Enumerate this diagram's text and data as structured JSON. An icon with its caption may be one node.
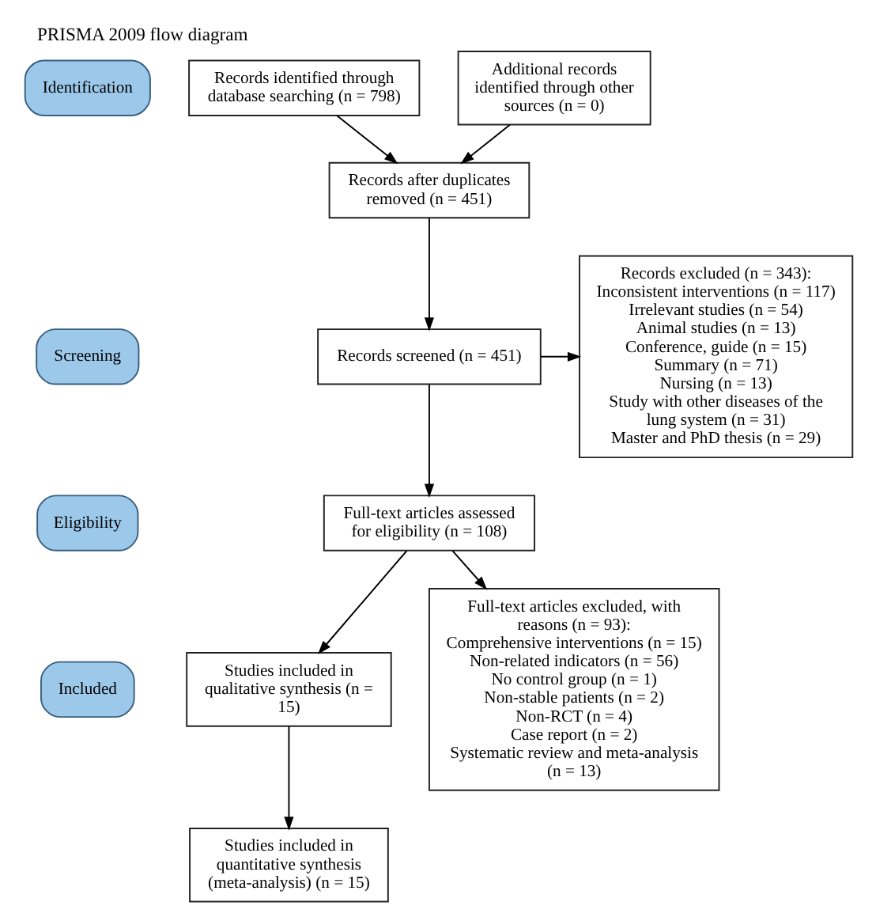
{
  "diagram": {
    "title": "PRISMA 2009 flow diagram",
    "nodes": [
      {
        "text": [
          "Identification"
        ]
      },
      {
        "text": [
          "Records identified through database searching (n = 798)"
        ]
      },
      {
        "text": [
          "Additional records identified through other sources (n = 0)"
        ]
      },
      {
        "text": [
          "Screening"
        ]
      },
      {
        "text": [
          "Records after duplicates removed (n = 451)"
        ]
      },
      {
        "text": [
          "Records screened (n = 451)"
        ]
      },
      {
        "text": [
          "Records excluded (n = 343):",
          "Inconsistent interventions (n = 117)",
          "Irrelevant studies (n = 54)",
          "Animal studies (n = 13)",
          "Conference, guide (n = 15)",
          "Summary (n = 71)",
          "Nursing (n = 13)",
          "Study with other diseases of the lung system (n = 31)",
          "Master and PhD thesis (n = 29)"
        ]
      },
      {
        "text": [
          "Eligibility"
        ]
      },
      {
        "text": [
          "Full-text articles assessed for eligibility (n = 108)"
        ]
      },
      {
        "text": [
          "Included"
        ]
      },
      {
        "text": [
          "Studies included in qualitative synthesis (n = 15)"
        ]
      },
      {
        "text": [
          "Full-text articles excluded, with reasons (n = 93):",
          "Comprehensive interventions (n = 15)",
          "Non-related indicators (n = 56)",
          "No control group (n = 1)",
          "Non-stable patients (n = 2)",
          "Non-RCT (n = 4)",
          "Case report (n = 2)",
          "Systematic review and meta-analysis (n = 13)"
        ]
      },
      {
        "text": [
          "Studies included in quantitative synthesis (meta-analysis) (n = 15)"
        ]
      }
    ],
    "edges": [
      {
        "from": 1,
        "to": 4,
        "arrow": "to"
      },
      {
        "from": 2,
        "to": 4,
        "arrow": "to"
      },
      {
        "from": 4,
        "to": 5,
        "arrow": "to"
      },
      {
        "from": 5,
        "to": 6,
        "arrow": "to"
      },
      {
        "from": 5,
        "to": 8,
        "arrow": "to"
      },
      {
        "from": 8,
        "to": 10,
        "arrow": "to"
      },
      {
        "from": 8,
        "to": 11,
        "arrow": "to"
      },
      {
        "from": 10,
        "to": 12,
        "arrow": "to"
      }
    ]
  }
}
